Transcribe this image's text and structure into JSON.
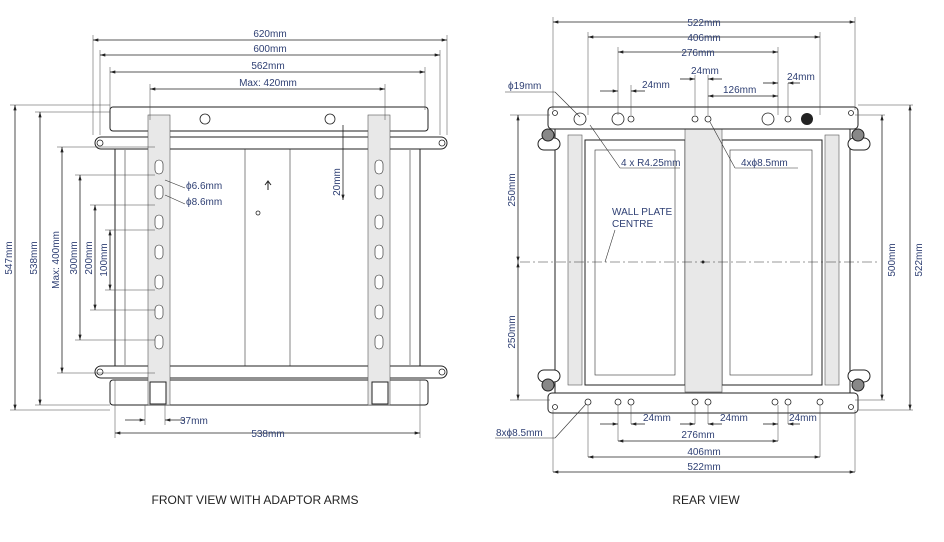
{
  "front_view": {
    "caption": "FRONT VIEW WITH ADAPTOR ARMS",
    "dims": {
      "w620": "620mm",
      "w600": "600mm",
      "w562": "562mm",
      "w420": "Max: 420mm",
      "h547": "547mm",
      "h538": "538mm",
      "h400": "Max: 400mm",
      "h300": "300mm",
      "h200": "200mm",
      "h100": "100mm",
      "h20": "20mm",
      "b37": "37mm",
      "b538": "538mm"
    },
    "hole_labels": {
      "d66": "ϕ6.6mm",
      "d86": "ϕ8.6mm"
    }
  },
  "rear_view": {
    "caption": "REAR VIEW",
    "dims": {
      "t522": "522mm",
      "t406": "406mm",
      "t276": "276mm",
      "t24a": "24mm",
      "t24b": "24mm",
      "t24c": "24mm",
      "t126": "126mm",
      "b24a": "24mm",
      "b24b": "24mm",
      "b24c": "24mm",
      "b276": "276mm",
      "b406": "406mm",
      "b522": "522mm",
      "v250a": "250mm",
      "v250b": "250mm",
      "v500": "500mm",
      "v522": "522mm"
    },
    "labels": {
      "d19": "ϕ19mm",
      "r425": "4 x R4.25mm",
      "d85x4": "4xϕ8.5mm",
      "d85x8": "8xϕ8.5mm",
      "wall_plate_1": "WALL PLATE",
      "wall_plate_2": "CENTRE"
    }
  }
}
